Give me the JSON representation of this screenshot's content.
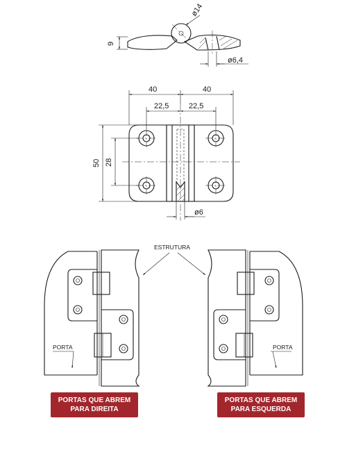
{
  "side_view": {
    "dim_diameter_knuckle": "ø14",
    "dim_height": "9",
    "dim_hole_diameter": "ø6,4"
  },
  "front_view": {
    "dim_width_left": "40",
    "dim_width_right": "40",
    "dim_hole_left": "22,5",
    "dim_hole_right": "22,5",
    "dim_height_total": "50",
    "dim_hole_spacing": "28",
    "dim_pin_diameter": "ø6"
  },
  "installation": {
    "label_structure": "ESTRUTURA",
    "label_door_left": "PORTA",
    "label_door_right": "PORTA",
    "badge_right_opening": [
      "PORTAS QUE ABREM",
      "PARA DIREITA"
    ],
    "badge_left_opening": [
      "PORTAS QUE ABREM",
      "PARA ESQUERDA"
    ],
    "badge_color": "#a3262d"
  }
}
